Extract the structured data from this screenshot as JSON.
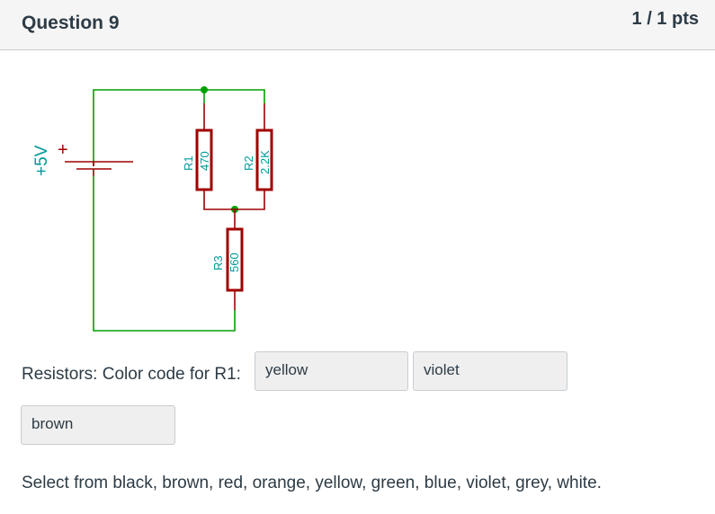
{
  "question": {
    "title": "Question 9",
    "points": "1 / 1 pts"
  },
  "circuit": {
    "source_label": "+5V",
    "plus_sign": "+",
    "resistors": [
      {
        "name": "R1",
        "value": "470"
      },
      {
        "name": "R2",
        "value": "2.2K"
      },
      {
        "name": "R3",
        "value": "560"
      }
    ],
    "colors": {
      "wire": "#00a000",
      "resistor": "#a00000",
      "label": "#009999"
    }
  },
  "prompt": "Resistors: Color code for R1:",
  "answers": [
    "yellow",
    "violet",
    "brown"
  ],
  "hint": "Select from black, brown, red, orange, yellow, green, blue, violet, grey, white."
}
